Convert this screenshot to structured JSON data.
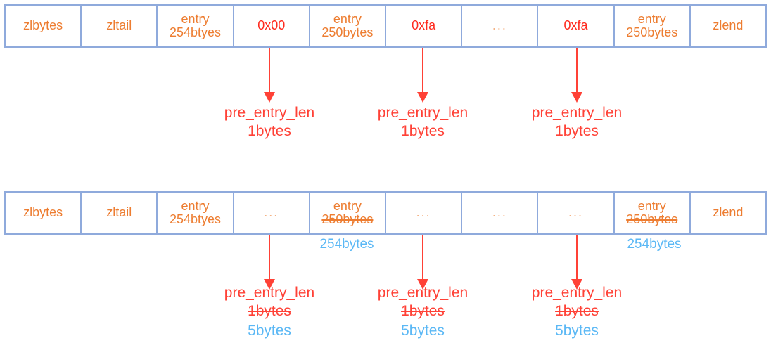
{
  "colors": {
    "border": "#8FAADC",
    "orange": "#ED7D31",
    "light_orange": "#F4B183",
    "red": "#FF4136",
    "blue": "#5BB8F5"
  },
  "row1": {
    "cells": [
      {
        "line1": "zlbytes",
        "line2": "",
        "style": "orange"
      },
      {
        "line1": "zltail",
        "line2": "",
        "style": "orange"
      },
      {
        "line1": "entry",
        "line2": "254btyes",
        "style": "orange"
      },
      {
        "line1": "0x00",
        "line2": "",
        "style": "red"
      },
      {
        "line1": "entry",
        "line2": "250bytes",
        "style": "orange"
      },
      {
        "line1": "0xfa",
        "line2": "",
        "style": "red"
      },
      {
        "line1": "...",
        "line2": "",
        "style": "ellipsis"
      },
      {
        "line1": "0xfa",
        "line2": "",
        "style": "red"
      },
      {
        "line1": "entry",
        "line2": "250bytes",
        "style": "orange"
      },
      {
        "line1": "zlend",
        "line2": "",
        "style": "orange"
      }
    ],
    "annotations": [
      {
        "name": "pre_entry_len",
        "size": "1bytes",
        "struck": false,
        "newsize": ""
      },
      {
        "name": "pre_entry_len",
        "size": "1bytes",
        "struck": false,
        "newsize": ""
      },
      {
        "name": "pre_entry_len",
        "size": "1bytes",
        "struck": false,
        "newsize": ""
      }
    ]
  },
  "row2": {
    "cells": [
      {
        "line1": "zlbytes",
        "line2": "",
        "style": "orange",
        "line2_struck": false
      },
      {
        "line1": "zltail",
        "line2": "",
        "style": "orange",
        "line2_struck": false
      },
      {
        "line1": "entry",
        "line2": "254btyes",
        "style": "orange",
        "line2_struck": false
      },
      {
        "line1": "...",
        "line2": "",
        "style": "ellipsis",
        "line2_struck": false
      },
      {
        "line1": "entry",
        "line2": "250bytes",
        "style": "orange",
        "line2_struck": true
      },
      {
        "line1": "...",
        "line2": "",
        "style": "ellipsis",
        "line2_struck": false
      },
      {
        "line1": "...",
        "line2": "",
        "style": "ellipsis",
        "line2_struck": false
      },
      {
        "line1": "...",
        "line2": "",
        "style": "ellipsis",
        "line2_struck": false
      },
      {
        "line1": "entry",
        "line2": "250bytes",
        "style": "orange",
        "line2_struck": true
      },
      {
        "line1": "zlend",
        "line2": "",
        "style": "orange",
        "line2_struck": false
      }
    ],
    "cell_notes": [
      {
        "text": "254bytes"
      },
      {
        "text": "254bytes"
      }
    ],
    "annotations": [
      {
        "name": "pre_entry_len",
        "size": "1bytes",
        "struck": true,
        "newsize": "5bytes"
      },
      {
        "name": "pre_entry_len",
        "size": "1bytes",
        "struck": true,
        "newsize": "5bytes"
      },
      {
        "name": "pre_entry_len",
        "size": "1bytes",
        "struck": true,
        "newsize": "5bytes"
      }
    ]
  }
}
